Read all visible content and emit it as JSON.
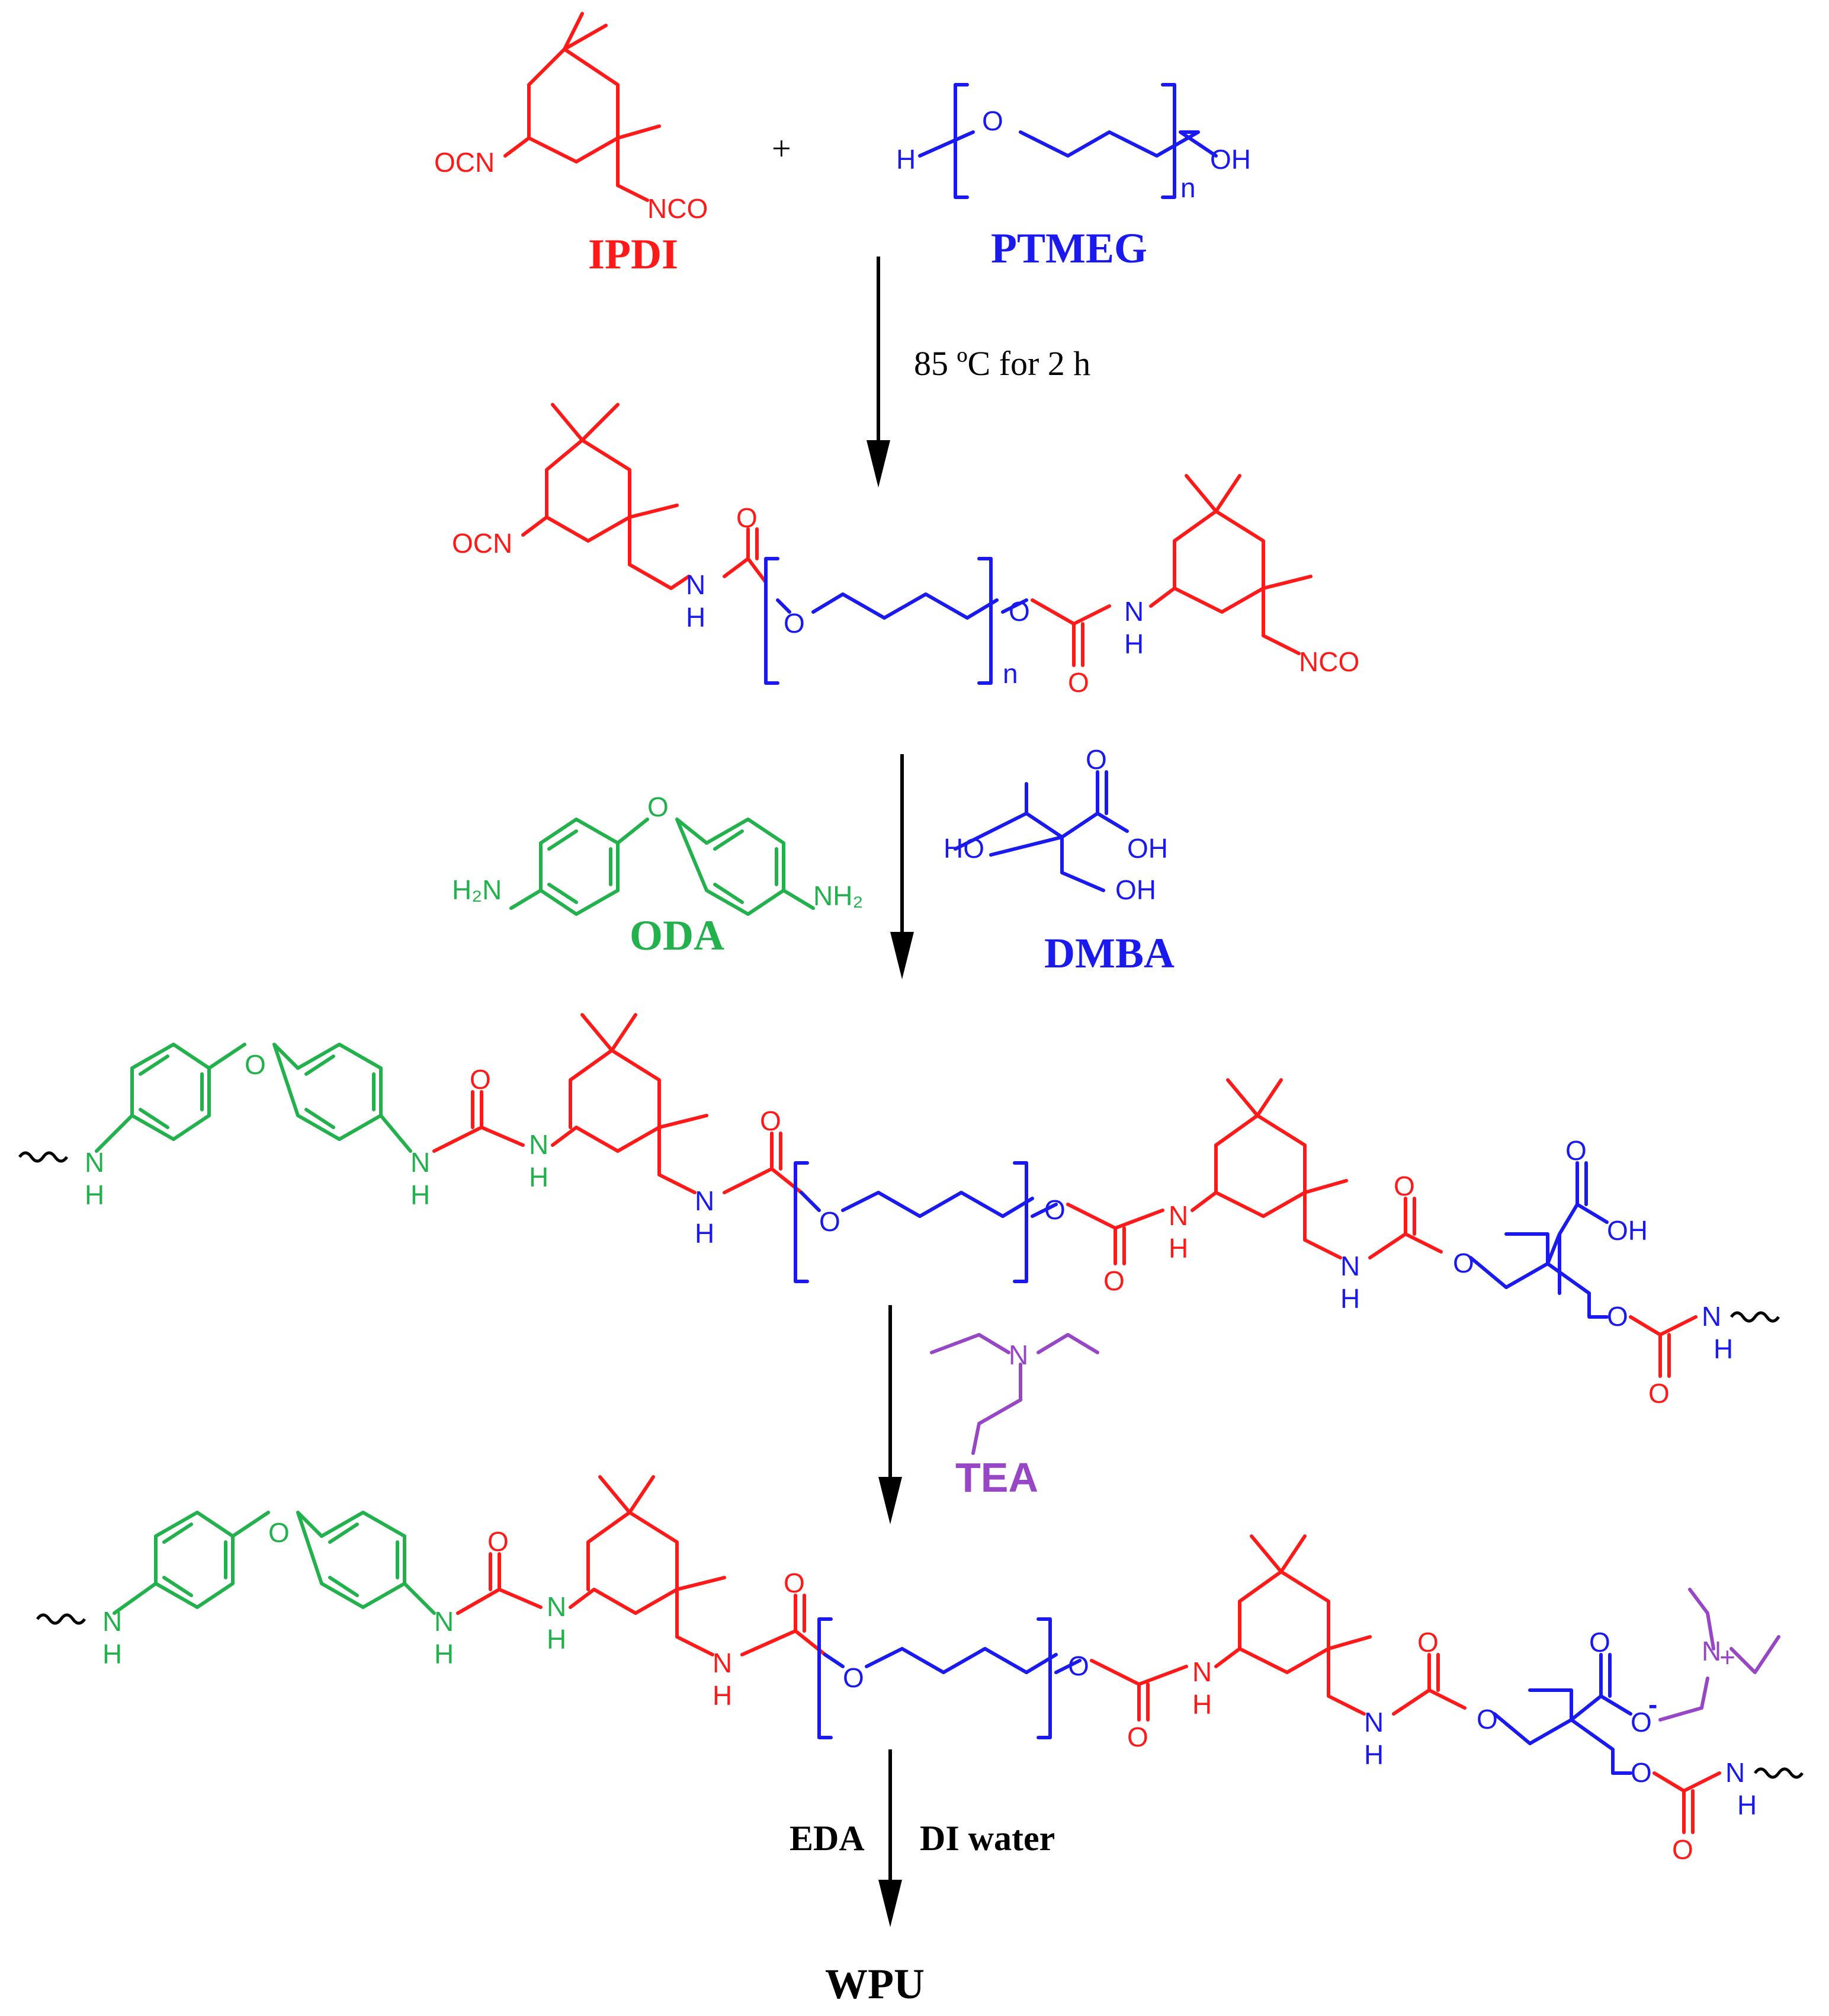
{
  "colors": {
    "red": "#ff1a1a",
    "blue": "#1a1aee",
    "green": "#22b14c",
    "purple": "#9747c6",
    "black": "#000000"
  },
  "reagents": {
    "ipdi": "IPDI",
    "ptmeg": "PTMEG",
    "plus": "+",
    "oda": "ODA",
    "dmba": "DMBA",
    "tea": "TEA"
  },
  "conditions": {
    "step1": "85 ºC for 2 h",
    "step4_left": "EDA",
    "step4_right": "DI water"
  },
  "product": "WPU",
  "atoms": {
    "OCN": "OCN",
    "NCO": "NCO",
    "O": "O",
    "N": "N",
    "H": "H",
    "OH": "OH",
    "HO": "HO",
    "n": "n",
    "H2N": "H₂N",
    "NH2": "NH₂",
    "minus": "-",
    "plus_charge": "+"
  }
}
